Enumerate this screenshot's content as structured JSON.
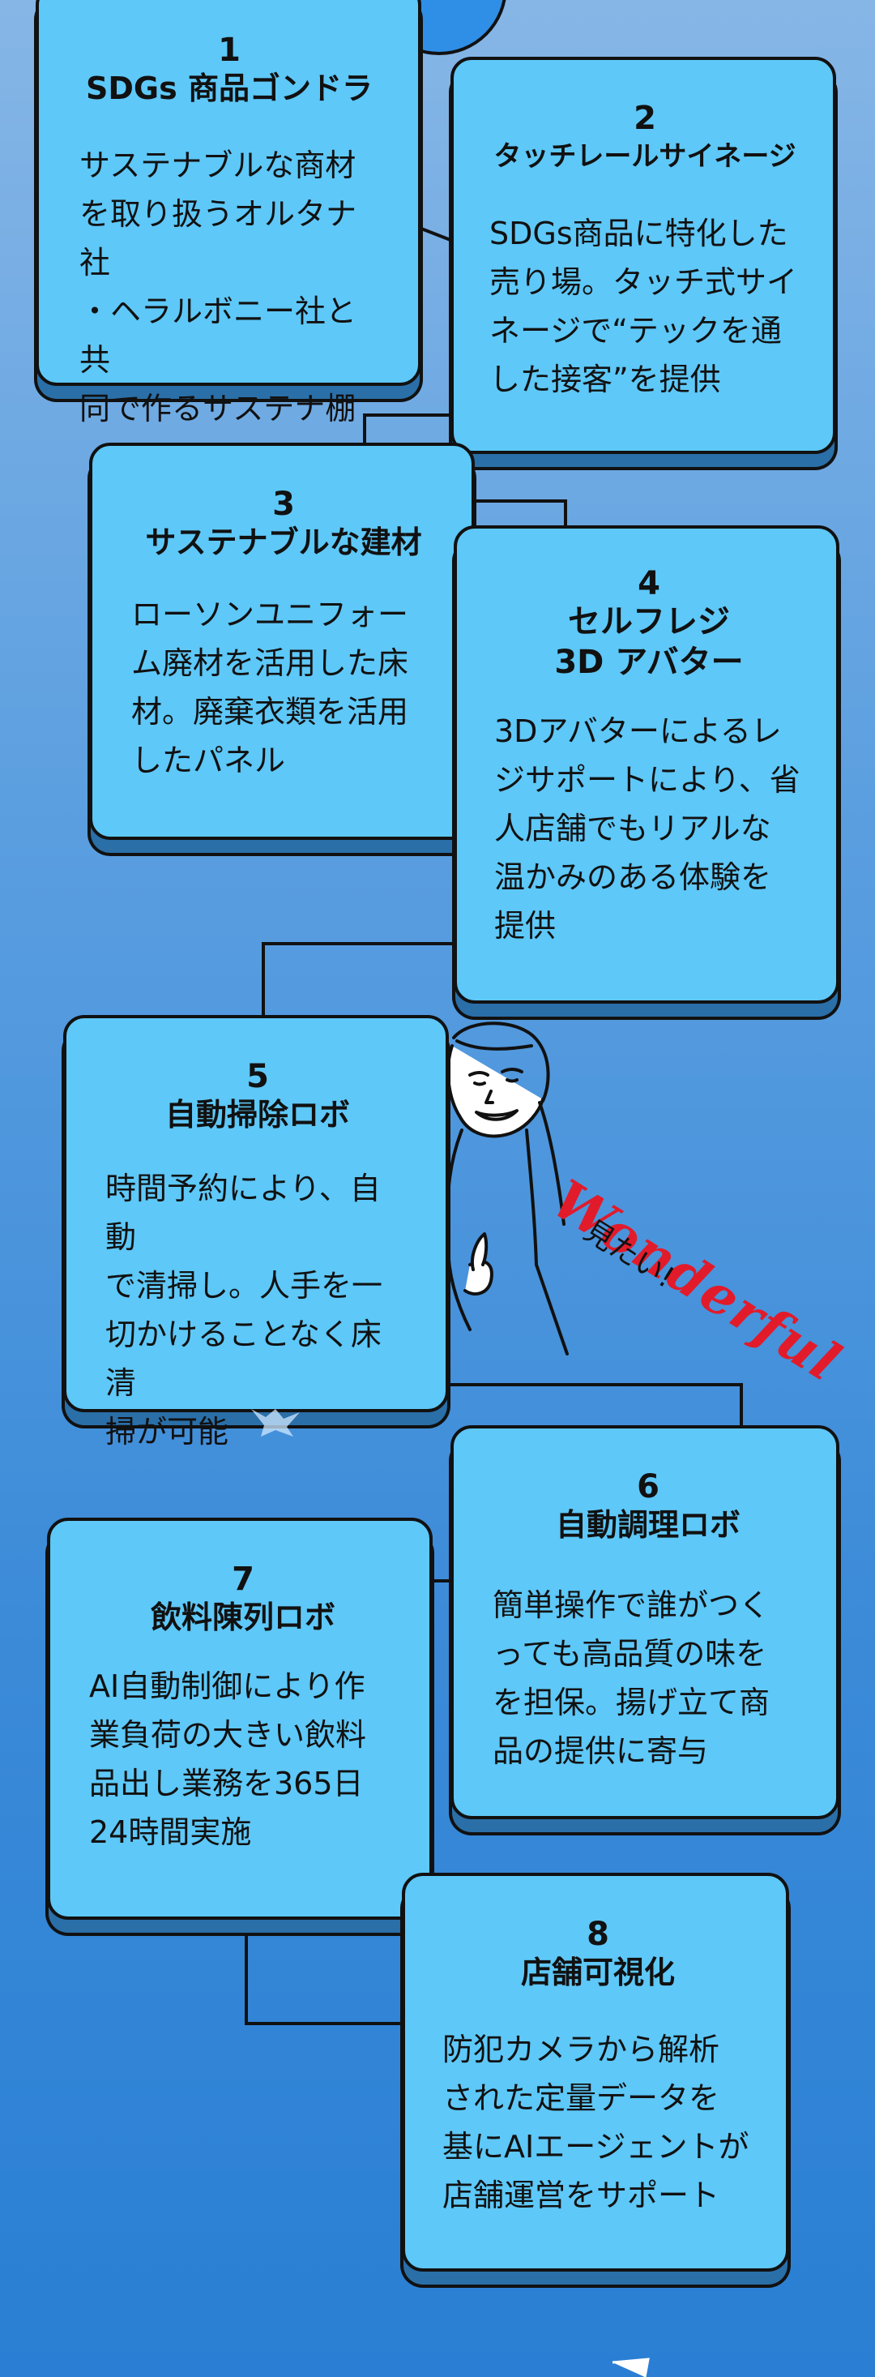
{
  "cards": [
    {
      "num": "1",
      "title": "SDGs 商品ゴンドラ",
      "desc": "サステナブルな商材\nを取り扱うオルタナ社\n・ヘラルボニー社と共\n同で作るサステナ棚"
    },
    {
      "num": "2",
      "title": "タッチレールサイネージ",
      "desc": "SDGs商品に特化した\n売り場。タッチ式サイ\nネージで“テックを通\nした接客”を提供"
    },
    {
      "num": "3",
      "title": "サステナブルな建材",
      "desc": "ローソンユニフォー\nム廃材を活用した床\n材。廃棄衣類を活用\nしたパネル"
    },
    {
      "num": "4",
      "title": "セルフレジ\n3D アバター",
      "desc": "3Dアバターによるレ\nジサポートにより、省\n人店舗でもリアルな\n温かみのある体験を\n提供"
    },
    {
      "num": "5",
      "title": "自動掃除ロボ",
      "desc": "時間予約により、自動\nで清掃し。人手を一\n切かけることなく床清\n掃が可能"
    },
    {
      "num": "6",
      "title": "自動調理ロボ",
      "desc": "簡単操作で誰がつく\nっても高品質の味を\nを担保。揚げ立て商\n品の提供に寄与"
    },
    {
      "num": "7",
      "title": "飲料陳列ロボ",
      "desc": "AI自動制御により作\n業負荷の大きい飲料\n品出し業務を365日\n24時間実施"
    },
    {
      "num": "8",
      "title": "店舗可視化",
      "desc": "防犯カメラから解析\nされた定量データを\n基にAIエージェントが\n店舗運営をサポート"
    }
  ],
  "decor": {
    "wonderful": "Wonderful",
    "mitai": "見たい!"
  }
}
